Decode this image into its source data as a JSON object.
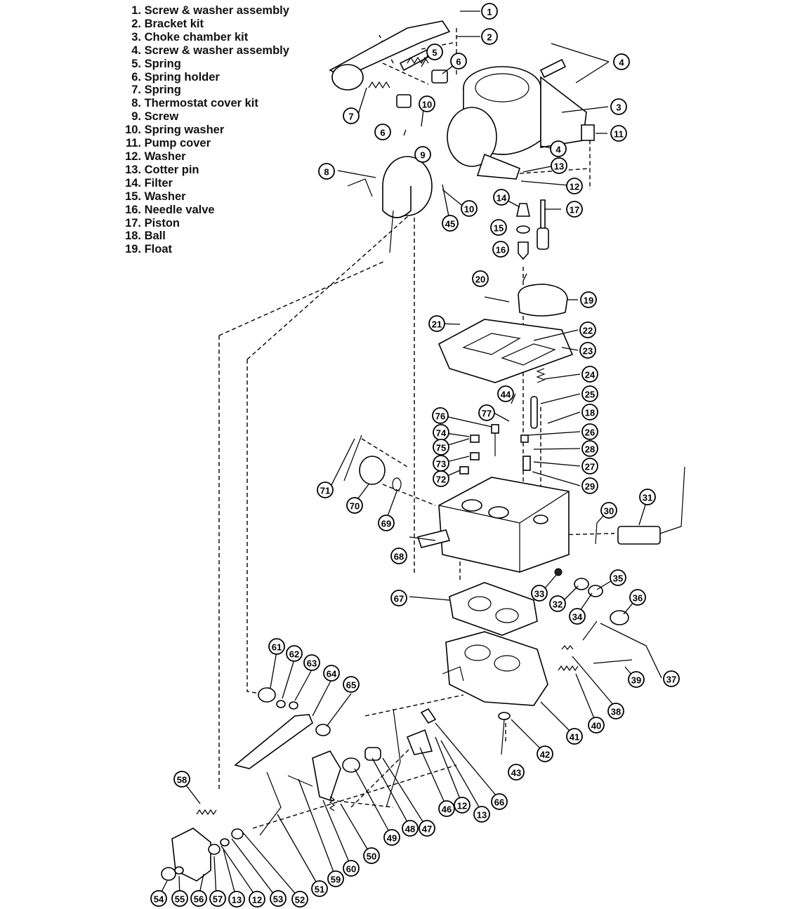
{
  "legend": {
    "items": [
      {
        "num": "1.",
        "label": "Screw & washer assembly"
      },
      {
        "num": "2.",
        "label": "Bracket kit"
      },
      {
        "num": "3.",
        "label": "Choke chamber kit"
      },
      {
        "num": "4.",
        "label": "Screw & washer assembly"
      },
      {
        "num": "5.",
        "label": "Spring"
      },
      {
        "num": "6.",
        "label": "Spring holder"
      },
      {
        "num": "7.",
        "label": "Spring"
      },
      {
        "num": "8.",
        "label": "Thermostat cover kit"
      },
      {
        "num": "9.",
        "label": "Screw"
      },
      {
        "num": "10.",
        "label": "Spring washer"
      },
      {
        "num": "11.",
        "label": "Pump cover"
      },
      {
        "num": "12.",
        "label": "Washer"
      },
      {
        "num": "13.",
        "label": "Cotter pin"
      },
      {
        "num": "14.",
        "label": "Filter"
      },
      {
        "num": "15.",
        "label": "Washer"
      },
      {
        "num": "16.",
        "label": "Needle valve"
      },
      {
        "num": "17.",
        "label": "Piston"
      },
      {
        "num": "18.",
        "label": "Ball"
      },
      {
        "num": "19.",
        "label": "Float"
      }
    ]
  },
  "callouts": [
    "1",
    "2",
    "3",
    "4",
    "5",
    "6",
    "7",
    "8",
    "9",
    "10",
    "11",
    "12",
    "13",
    "14",
    "15",
    "16",
    "17",
    "19",
    "20",
    "21",
    "22",
    "23",
    "24",
    "25",
    "18",
    "26",
    "27",
    "28",
    "29",
    "30",
    "31",
    "32",
    "33",
    "34",
    "35",
    "36",
    "37",
    "38",
    "39",
    "40",
    "41",
    "42",
    "43",
    "44",
    "45",
    "46",
    "47",
    "48",
    "49",
    "50",
    "51",
    "52",
    "53",
    "54",
    "55",
    "56",
    "57",
    "58",
    "59",
    "60",
    "61",
    "62",
    "63",
    "64",
    "65",
    "66",
    "67",
    "68",
    "69",
    "70",
    "71",
    "72",
    "73",
    "74",
    "75",
    "76",
    "77"
  ]
}
